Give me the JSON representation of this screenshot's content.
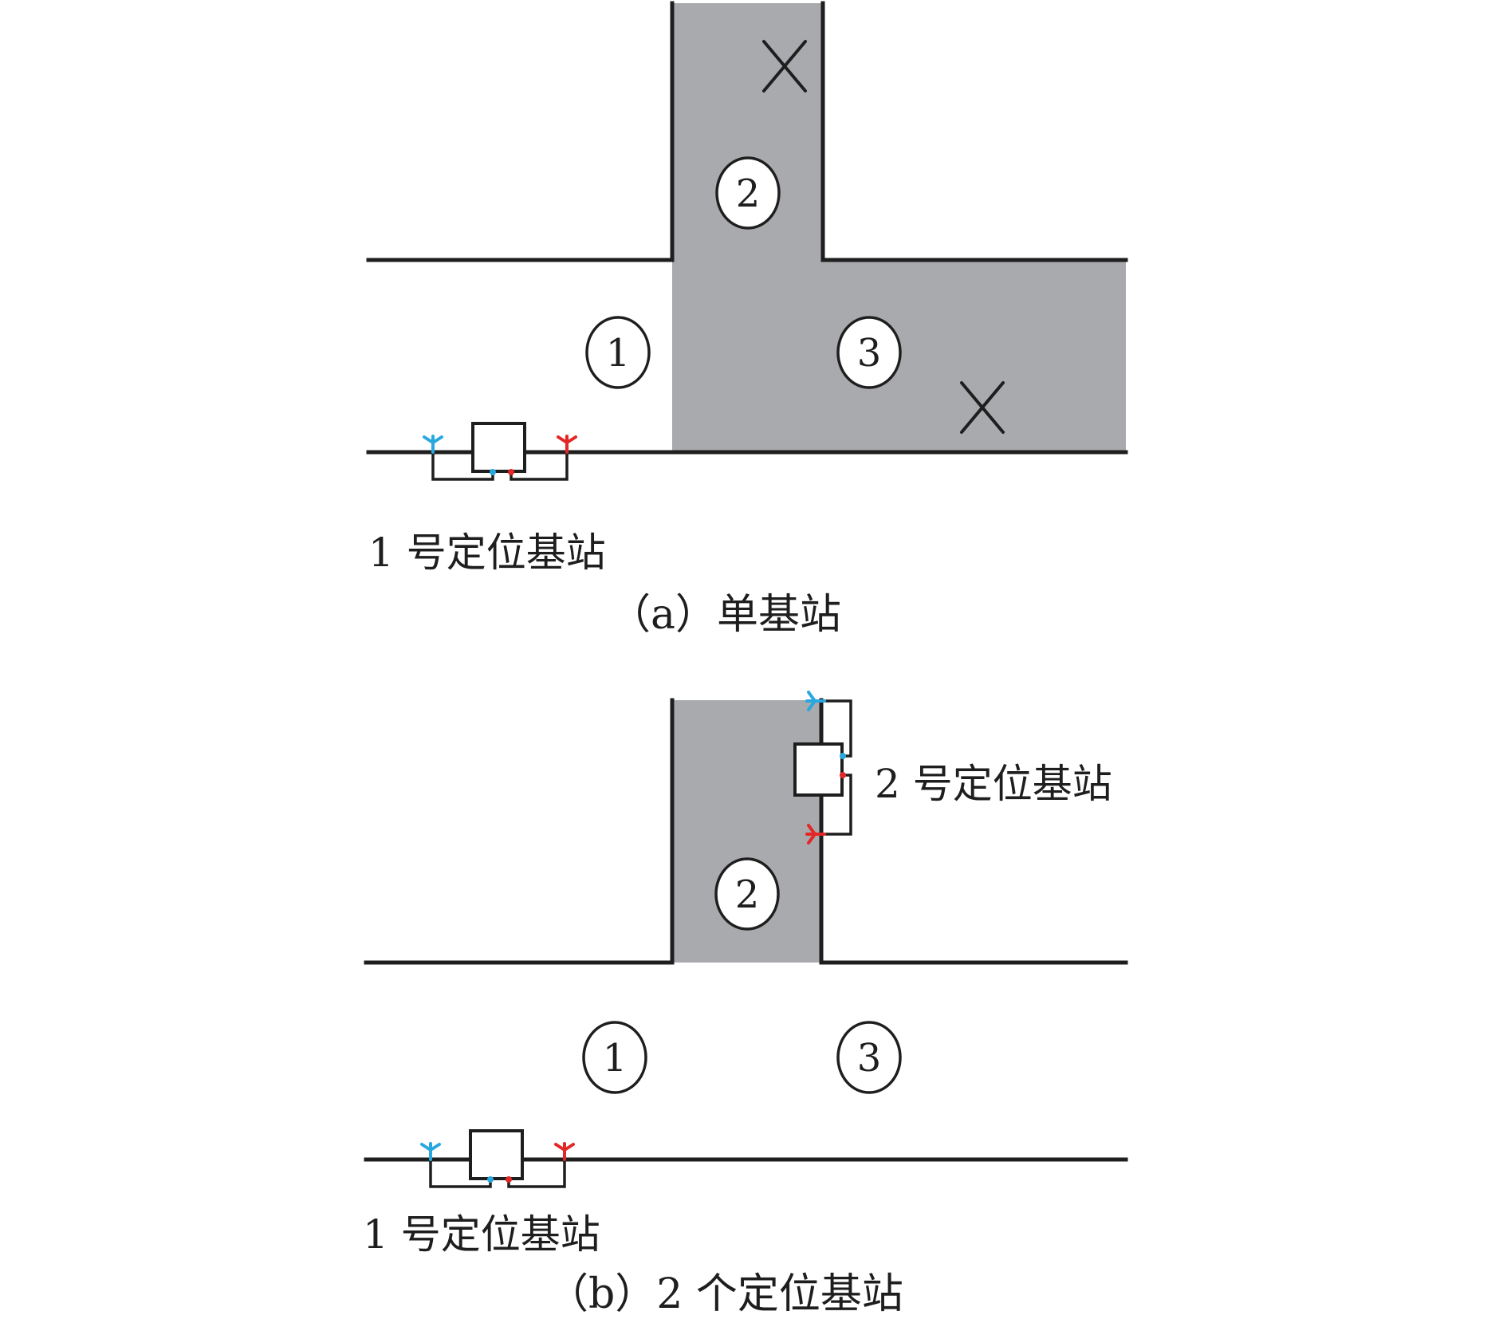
{
  "panel_a": {
    "regions": [
      "1",
      "2",
      "3"
    ],
    "station_label": "1 号定位基站",
    "caption": "（a）单基站"
  },
  "panel_b": {
    "regions": [
      "1",
      "2",
      "3"
    ],
    "station1_label": "1 号定位基站",
    "station2_label": "2 号定位基站",
    "caption": "（b）2 个定位基站"
  },
  "colors": {
    "wall": "#1e1e1e",
    "shaded_region": "#a9aaad",
    "antenna_blue": "#29a8e0",
    "antenna_red": "#e32626",
    "background": "#ffffff"
  }
}
